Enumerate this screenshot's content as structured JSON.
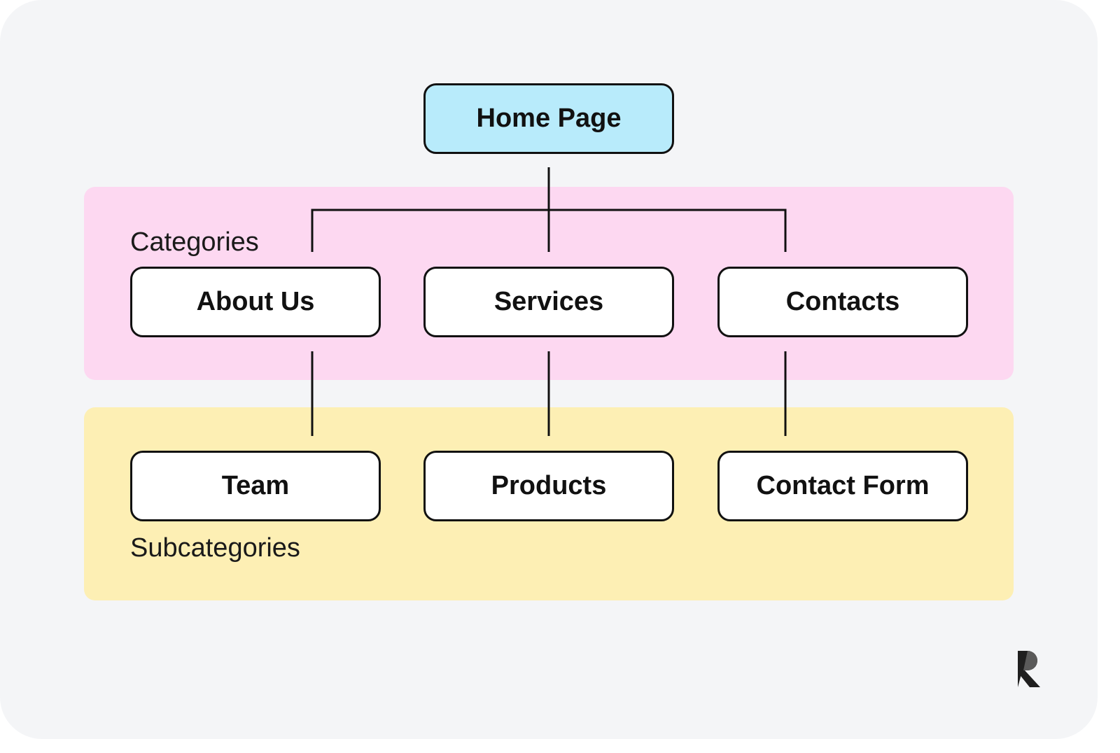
{
  "colors": {
    "background": "#f4f5f7",
    "root_fill": "#b8ebfb",
    "categories_band": "#fdd8f1",
    "subcategories_band": "#fdefb4",
    "node_fill": "#ffffff",
    "line": "#111111"
  },
  "diagram": {
    "root": {
      "label": "Home Page"
    },
    "categories_label": "Categories",
    "subcategories_label": "Subcategories",
    "categories": [
      {
        "label": "About Us",
        "child": "Team"
      },
      {
        "label": "Services",
        "child": "Products"
      },
      {
        "label": "Contacts",
        "child": "Contact Form"
      }
    ]
  },
  "logo": {
    "icon": "brand-logo-icon"
  }
}
